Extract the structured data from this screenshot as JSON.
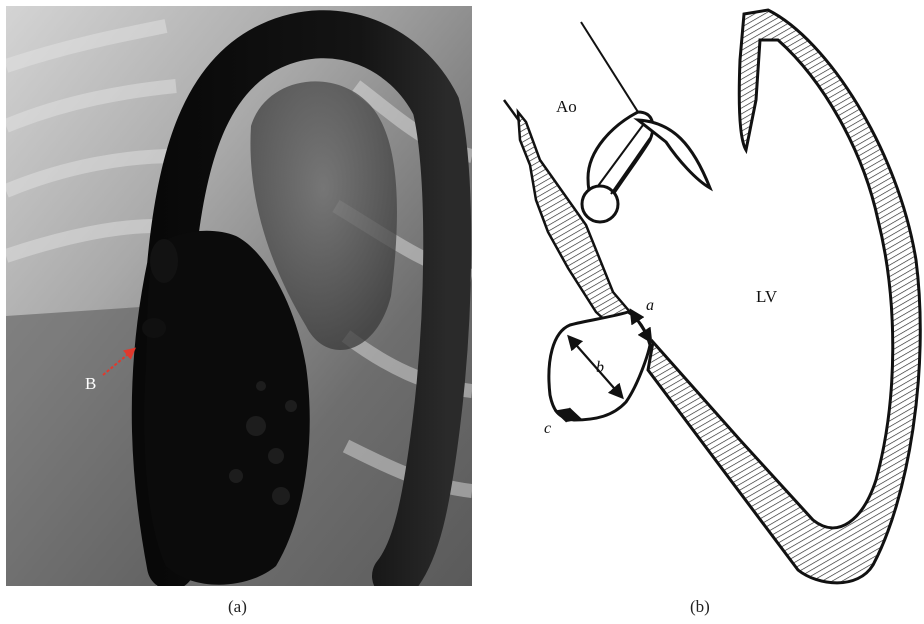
{
  "panel_a": {
    "annotation_label": "B",
    "caption": "(a)",
    "colors": {
      "arrow": "#e0392d",
      "background": "#8a8a8a",
      "contrast": "#0d0d0d"
    }
  },
  "panel_b": {
    "labels": {
      "aorta": "Ao",
      "left_ventricle": "LV",
      "measure_a": "a",
      "measure_b": "b",
      "measure_c": "c"
    },
    "caption": "(b)",
    "colors": {
      "stroke": "#111111",
      "fill": "#ffffff"
    }
  }
}
